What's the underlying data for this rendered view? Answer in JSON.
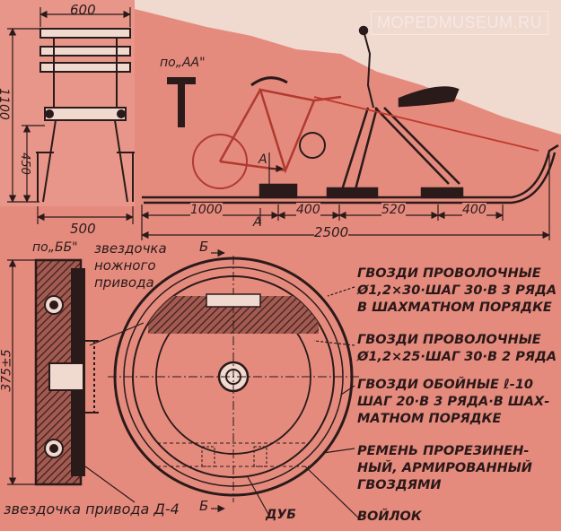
{
  "watermark": "MOPEDMUSEUM.RU",
  "dims": {
    "top_width": "600",
    "height_total": "1100",
    "height_450": "450",
    "base_500": "500",
    "d1000": "1000",
    "d400a": "400",
    "d520": "520",
    "d400b": "400",
    "total_2500": "2500",
    "wheel_height": "375±5"
  },
  "section_labels": {
    "po_aa": "по„АА\"",
    "po_bb": "по„ББ\"",
    "a_upper": "А",
    "a_lower": "А",
    "b_upper": "Б",
    "b_lower": "Б"
  },
  "labels": {
    "foot_sprocket_1": "звездочка",
    "foot_sprocket_2": "ножного",
    "foot_sprocket_3": "привода",
    "drive_sprocket": "звездочка привода Д-4",
    "oak": "ДУБ",
    "felt": "ВОЙЛОК"
  },
  "notes": {
    "n1_l1": "ГВОЗДИ ПРОВОЛОЧНЫЕ",
    "n1_l2": "Ø1,2×30·ШАГ 30·В 3 РЯДА",
    "n1_l3": "В ШАХМАТНОМ ПОРЯДКЕ",
    "n2_l1": "ГВОЗДИ ПРОВОЛОЧНЫЕ",
    "n2_l2": "Ø1,2×25·ШАГ 30·В 2 РЯДА",
    "n3_l1": "ГВОЗДИ ОБОЙНЫЕ ℓ-10",
    "n3_l2": "ШАГ 20·В 3 РЯДА·В ШАХ-",
    "n3_l3": "МАТНОМ ПОРЯДКЕ",
    "n4_l1": "РЕМЕНЬ ПРОРЕЗИНЕН-",
    "n4_l2": "НЫЙ, АРМИРОВАННЫЙ",
    "n4_l3": "ГВОЗДЯМИ"
  },
  "colors": {
    "paper": "#f0d9cf",
    "salmon": "#e58b7e",
    "ink": "#2a1a1a",
    "red_line": "#c0392b"
  }
}
